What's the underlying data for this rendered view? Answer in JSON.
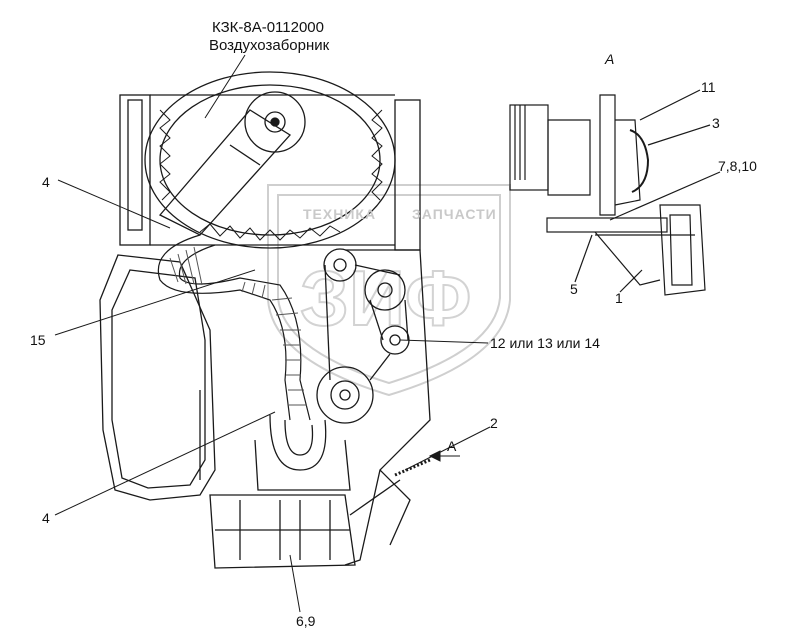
{
  "title": {
    "code": "КЗК-8А-0112000",
    "name": "Воздухозаборник"
  },
  "view_label": "А",
  "section_arrow_label": "А",
  "watermark": {
    "left": "ТЕХНИКА",
    "right": "ЗАПЧАСТИ"
  },
  "callouts": [
    {
      "id": "4-top",
      "text": "4"
    },
    {
      "id": "15",
      "text": "15"
    },
    {
      "id": "4-bottom",
      "text": "4"
    },
    {
      "id": "12-13-14",
      "text": "12 или 13 или 14"
    },
    {
      "id": "2",
      "text": "2"
    },
    {
      "id": "6-9",
      "text": "6,9"
    },
    {
      "id": "11",
      "text": "11"
    },
    {
      "id": "3",
      "text": "3"
    },
    {
      "id": "7-8-10",
      "text": "7,8,10"
    },
    {
      "id": "5",
      "text": "5"
    },
    {
      "id": "1",
      "text": "1"
    }
  ],
  "colors": {
    "line": "#1a1a1a",
    "hatch": "#555555",
    "watermark": "#c9c9c9",
    "background": "#ffffff"
  }
}
